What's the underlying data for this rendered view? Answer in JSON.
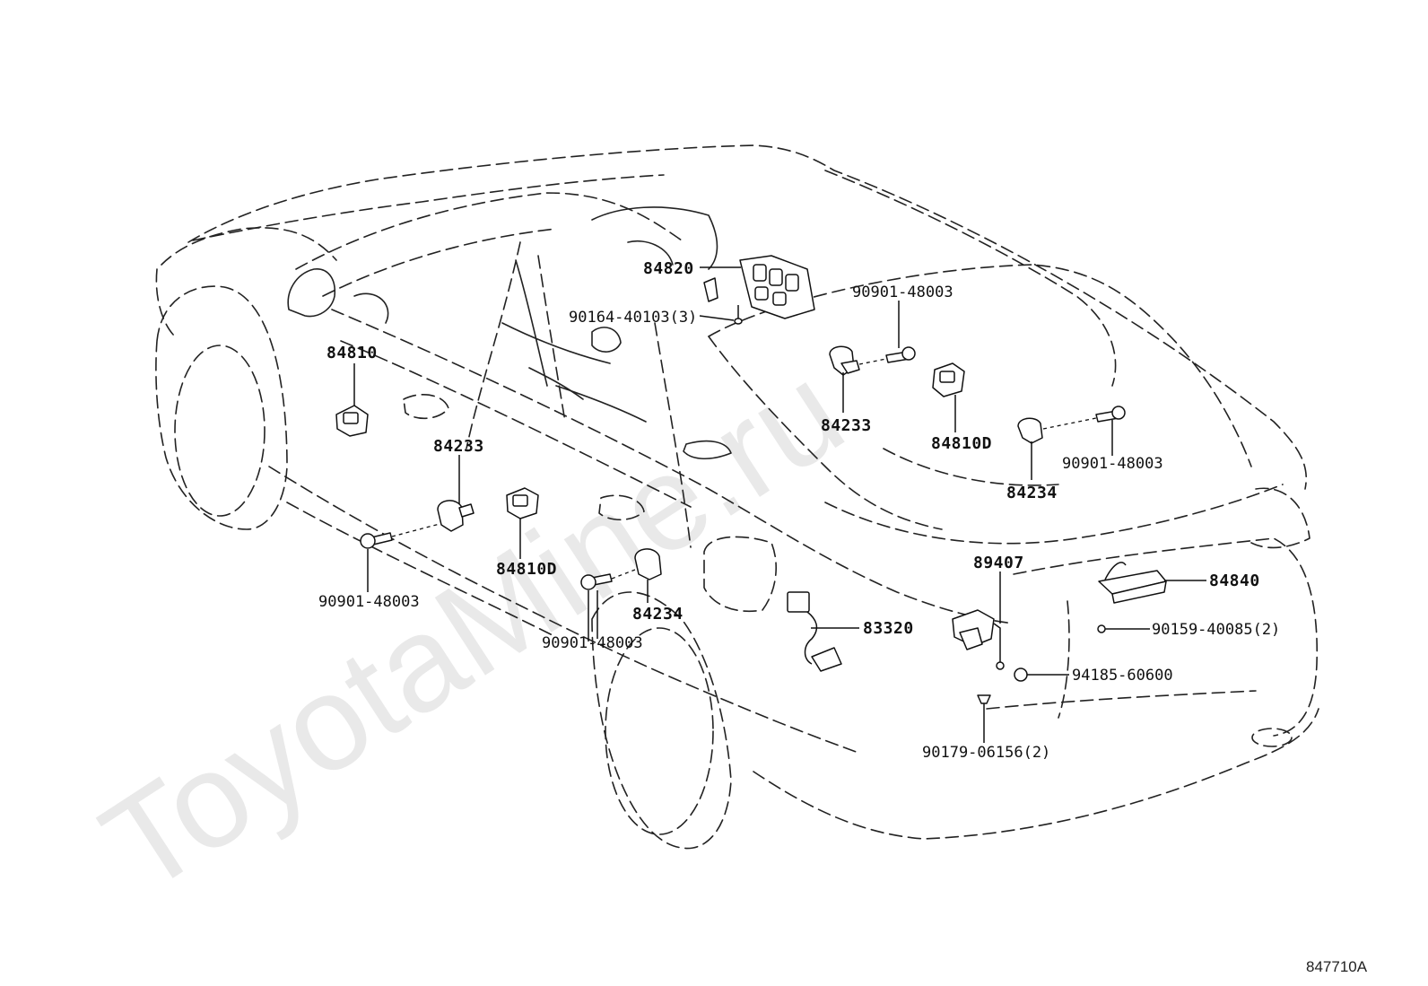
{
  "watermark": "ToyotaMine.ru",
  "diagram_code": "847710A",
  "labels": {
    "p84820": "84820",
    "p90164": "90164-40103(3)",
    "p90901_a": "90901-48003",
    "p84810": "84810",
    "p84233_right": "84233",
    "p84810D_right": "84810D",
    "p90901_b": "90901-48003",
    "p84233_left": "84233",
    "p84234_right": "84234",
    "p84810D_left": "84810D",
    "p90901_c": "90901-48003",
    "p89407": "89407",
    "p84840": "84840",
    "p84234_left": "84234",
    "p83320": "83320",
    "p90159": "90159-40085(2)",
    "p90901_d": "90901-48003",
    "p94185": "94185-60600",
    "p90179": "90179-06156(2)"
  }
}
